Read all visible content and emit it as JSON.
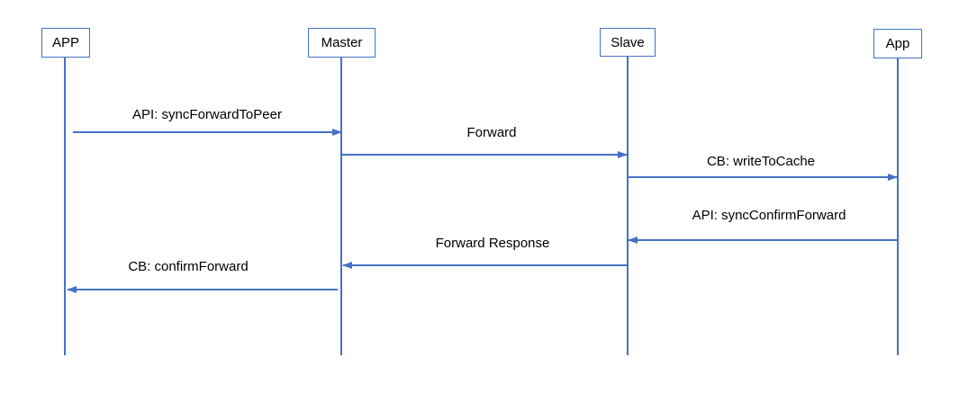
{
  "diagram": {
    "type": "sequence-diagram",
    "accent_color": "#4472C4",
    "text_color": "#000000",
    "background_color": "#FFFFFF"
  },
  "actors": [
    {
      "label": "APP"
    },
    {
      "label": "Master"
    },
    {
      "label": "Slave"
    },
    {
      "label": "App"
    }
  ],
  "messages": [
    {
      "label": "API: syncForwardToPeer",
      "from": "APP",
      "to": "Master",
      "direction": "right"
    },
    {
      "label": "Forward",
      "from": "Master",
      "to": "Slave",
      "direction": "right"
    },
    {
      "label": "CB: writeToCache",
      "from": "Slave",
      "to": "App",
      "direction": "right"
    },
    {
      "label": "API: syncConfirmForward",
      "from": "App",
      "to": "Slave",
      "direction": "left"
    },
    {
      "label": "Forward Response",
      "from": "Slave",
      "to": "Master",
      "direction": "left"
    },
    {
      "label": "CB: confirmForward",
      "from": "Master",
      "to": "APP",
      "direction": "left"
    }
  ]
}
